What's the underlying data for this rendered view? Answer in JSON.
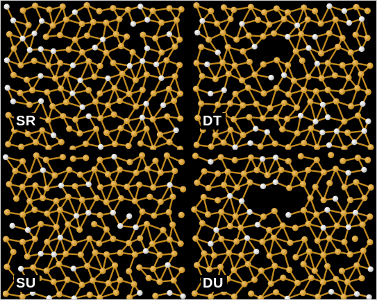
{
  "figure": {
    "background_color": "#000000",
    "atom_colors": {
      "silicon": "#c18a1e",
      "hydrogen": "#f2f2f2"
    },
    "panels": [
      {
        "id": "sr",
        "label": "SR",
        "vacancy": []
      },
      {
        "id": "dt",
        "label": "DT",
        "vacancy": [
          [
            0.4,
            0.52
          ],
          [
            0.25,
            0.35
          ]
        ]
      },
      {
        "id": "su",
        "label": "SU",
        "vacancy": []
      },
      {
        "id": "du",
        "label": "DU",
        "vacancy": [
          [
            0.34,
            0.58
          ],
          [
            0.3,
            0.4
          ]
        ]
      }
    ]
  }
}
